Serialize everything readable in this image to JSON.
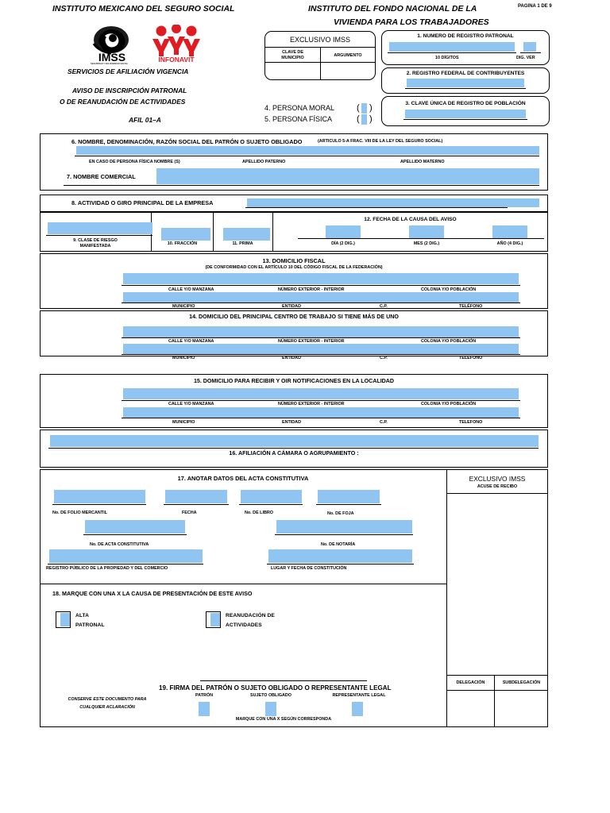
{
  "page": {
    "page_indicator": "PAGINA 1 DE 9",
    "accent_blue": "#8fc5f0",
    "ink": "#000000",
    "infonavit_red": "#e01b22"
  },
  "header": {
    "imss_title": "INSTITUTO MEXICANO DEL SEGURO SOCIAL",
    "infonavit_title_line1": "INSTITUTO DEL FONDO NACIONAL DE LA",
    "infonavit_title_line2": "VIVIENDA PARA LOS TRABAJADORES",
    "imss_logo_text": "IMSS",
    "imss_logo_sub": "SEGURIDAD Y SOLIDARIDAD SOCIAL",
    "infonavit_logo_text": "INFONAVIT",
    "service_line": "SERVICIOS DE AFILIACIÓN  VIGENCIA",
    "form_title_line1": "AVISO DE INSCRIPCIÓN PATRONAL",
    "form_title_line2": "O DE REANUDACIÓN DE ACTIVIDADES",
    "form_code": "AFIL 01–A"
  },
  "exclusivo_imss_box": {
    "title": "EXCLUSIVO IMSS",
    "col1_line1": "CLAVE DE",
    "col1_line2": "MUNICIPIO",
    "col2": "ARGUMENTO",
    "col1_value": "",
    "col2_value": ""
  },
  "person_type": {
    "moral_label": "4. PERSONA MORAL",
    "fisica_label": "5. PERSONA FÍSICA",
    "moral_value": "",
    "fisica_value": ""
  },
  "field1": {
    "title": "1. NUMERO DE REGISTRO PATRONAL",
    "hint_left": "10 DÍGITOS",
    "hint_right": "DIG. VER",
    "value": "",
    "verifier_value": ""
  },
  "field2": {
    "title": "2. REGISTRO FEDERAL DE CONTRIBUYENTES",
    "value": ""
  },
  "field3": {
    "title": "3. CLAVE ÚNICA DE REGISTRO DE POBLACIÓN",
    "value": ""
  },
  "section6": {
    "title": "6. NOMBRE, DENOMINACIÓN, RAZÓN SOCIAL DEL PATRÓN O SUJETO OBLIGADO",
    "title_note": "(ARTICULO 5-A  FRAC. VIII DE LA LEY DEL SEGURO SOCIAL)",
    "value": "",
    "sub_labels": [
      "EN CASO DE PERSONA FÍSICA NOMBRE (S)",
      "APELLIDO PATERNO",
      "APELLIDO MATERNO"
    ]
  },
  "section7": {
    "label": "7. NOMBRE COMERCIAL",
    "value": ""
  },
  "section8": {
    "label": "8. ACTIVIDAD O GIRO PRINCIPAL DE LA EMPRESA",
    "value": ""
  },
  "section9": {
    "label_line1": "9. CLASE DE RIESGO",
    "label_line2": "MANIFESTADA",
    "value": ""
  },
  "section10": {
    "label": "10. FRACCIÓN",
    "value": ""
  },
  "section11": {
    "label": "11. PRIMA",
    "value": ""
  },
  "section12": {
    "title": "12. FECHA DE LA CAUSA DEL AVISO",
    "fields": [
      {
        "label": "DÍA (2 DIG.)",
        "value": ""
      },
      {
        "label": "MES (2 DIG.)",
        "value": ""
      },
      {
        "label": "AÑO (4 DIG.)",
        "value": ""
      }
    ]
  },
  "section13": {
    "title": "13. DOMICILIO FISCAL",
    "subtitle": "(DE CONFORMIDAD CON EL  ARTÍCULO 10 DEL CÓDIGO FISCAL DE LA FEDERACIÓN)",
    "row1_labels": [
      "CALLE Y/O MANZANA",
      "NÚMERO EXTERIOR - INTERIOR",
      "COLONIA Y/O POBLACIÓN"
    ],
    "row2_labels": [
      "MUNICIPIO",
      "ENTIDAD",
      "C.P.",
      "TELÉFONO"
    ],
    "row1_value": "",
    "row2_value": ""
  },
  "section14": {
    "title": "14. DOMICILIO DEL PRINCIPAL CENTRO DE TRABAJO SI TIENE MÁS DE UNO",
    "row1_labels": [
      "CALLE Y/O MANZANA",
      "NÚMERO EXTERIOR - INTERIOR",
      "COLONIA Y/O POBLACIÓN"
    ],
    "row2_labels": [
      "MUNICIPIO",
      "ENTIDAD",
      "C.P.",
      "TELEFONO"
    ],
    "row1_value": "",
    "row2_value": ""
  },
  "section15": {
    "title": "15. DOMICILIO PARA RECIBIR Y OIR NOTIFICACIONES EN LA LOCALIDAD",
    "row1_labels": [
      "CALLE Y/O MANZANA",
      "NÚMERO EXTERIOR - INTERIOR",
      "COLONIA Y/O POBLACIÓN"
    ],
    "row2_labels": [
      "MUNICIPIO",
      "ENTIDAD",
      "C.P.",
      "TELEFONO"
    ],
    "row1_value": "",
    "row2_value": ""
  },
  "section16": {
    "title": "16. AFILIACIÓN A CÁMARA O AGRUPAMIENTO :",
    "value": ""
  },
  "section17": {
    "title": "17. ANOTAR DATOS DEL ACTA CONSTITUTIVA",
    "fields": [
      {
        "label": "No. DE FOLIO MERCANTIL",
        "value": ""
      },
      {
        "label": "FECHA",
        "value": ""
      },
      {
        "label": "No. DE LIBRO",
        "value": ""
      },
      {
        "label": "No. DE FOJA",
        "value": ""
      },
      {
        "label": "No. DE ACTA CONSTITUTIVA",
        "value": ""
      },
      {
        "label": "No. DE NOTARÍA",
        "value": ""
      },
      {
        "label": "REGISTRO PÚBLICO DE LA PROPIEDAD Y DEL COMERCIO",
        "value": ""
      },
      {
        "label": "LUGAR Y FECHA DE CONSTITUCIÓN",
        "value": ""
      }
    ]
  },
  "acuse_box": {
    "title": "EXCLUSIVO IMSS",
    "subtitle": "ACUSE DE RECIBO",
    "delegacion_label": "DELEGACIÓN",
    "subdelegacion_label": "SUBDELEGACIÓN",
    "delegacion_value": "",
    "subdelegacion_value": ""
  },
  "section18": {
    "title": "18. MARQUE CON UNA X LA CAUSA DE PRESENTACIÓN DE ESTE AVISO",
    "options": [
      {
        "line1": "ALTA",
        "line2": "PATRONAL",
        "checked_value": ""
      },
      {
        "line1": "REANUDACIÓN DE",
        "line2": "ACTIVIDADES",
        "checked_value": ""
      }
    ]
  },
  "section19": {
    "title": "19. FIRMA DEL PATRÓN O SUJETO OBLIGADO O REPRESENTANTE LEGAL",
    "roles": [
      {
        "label": "PATRÓN",
        "value": ""
      },
      {
        "label": "SUJETO OBLIGADO",
        "value": ""
      },
      {
        "label": "REPRESENTANTE LEGAL",
        "value": ""
      }
    ],
    "instruction": "MARQUE CON UNA X SEGÚN CORRESPONDA",
    "note_line1": "CONSERVE ESTE DOCUMENTO PARA",
    "note_line2": "CUALQUIER ACLARACIÓN"
  }
}
